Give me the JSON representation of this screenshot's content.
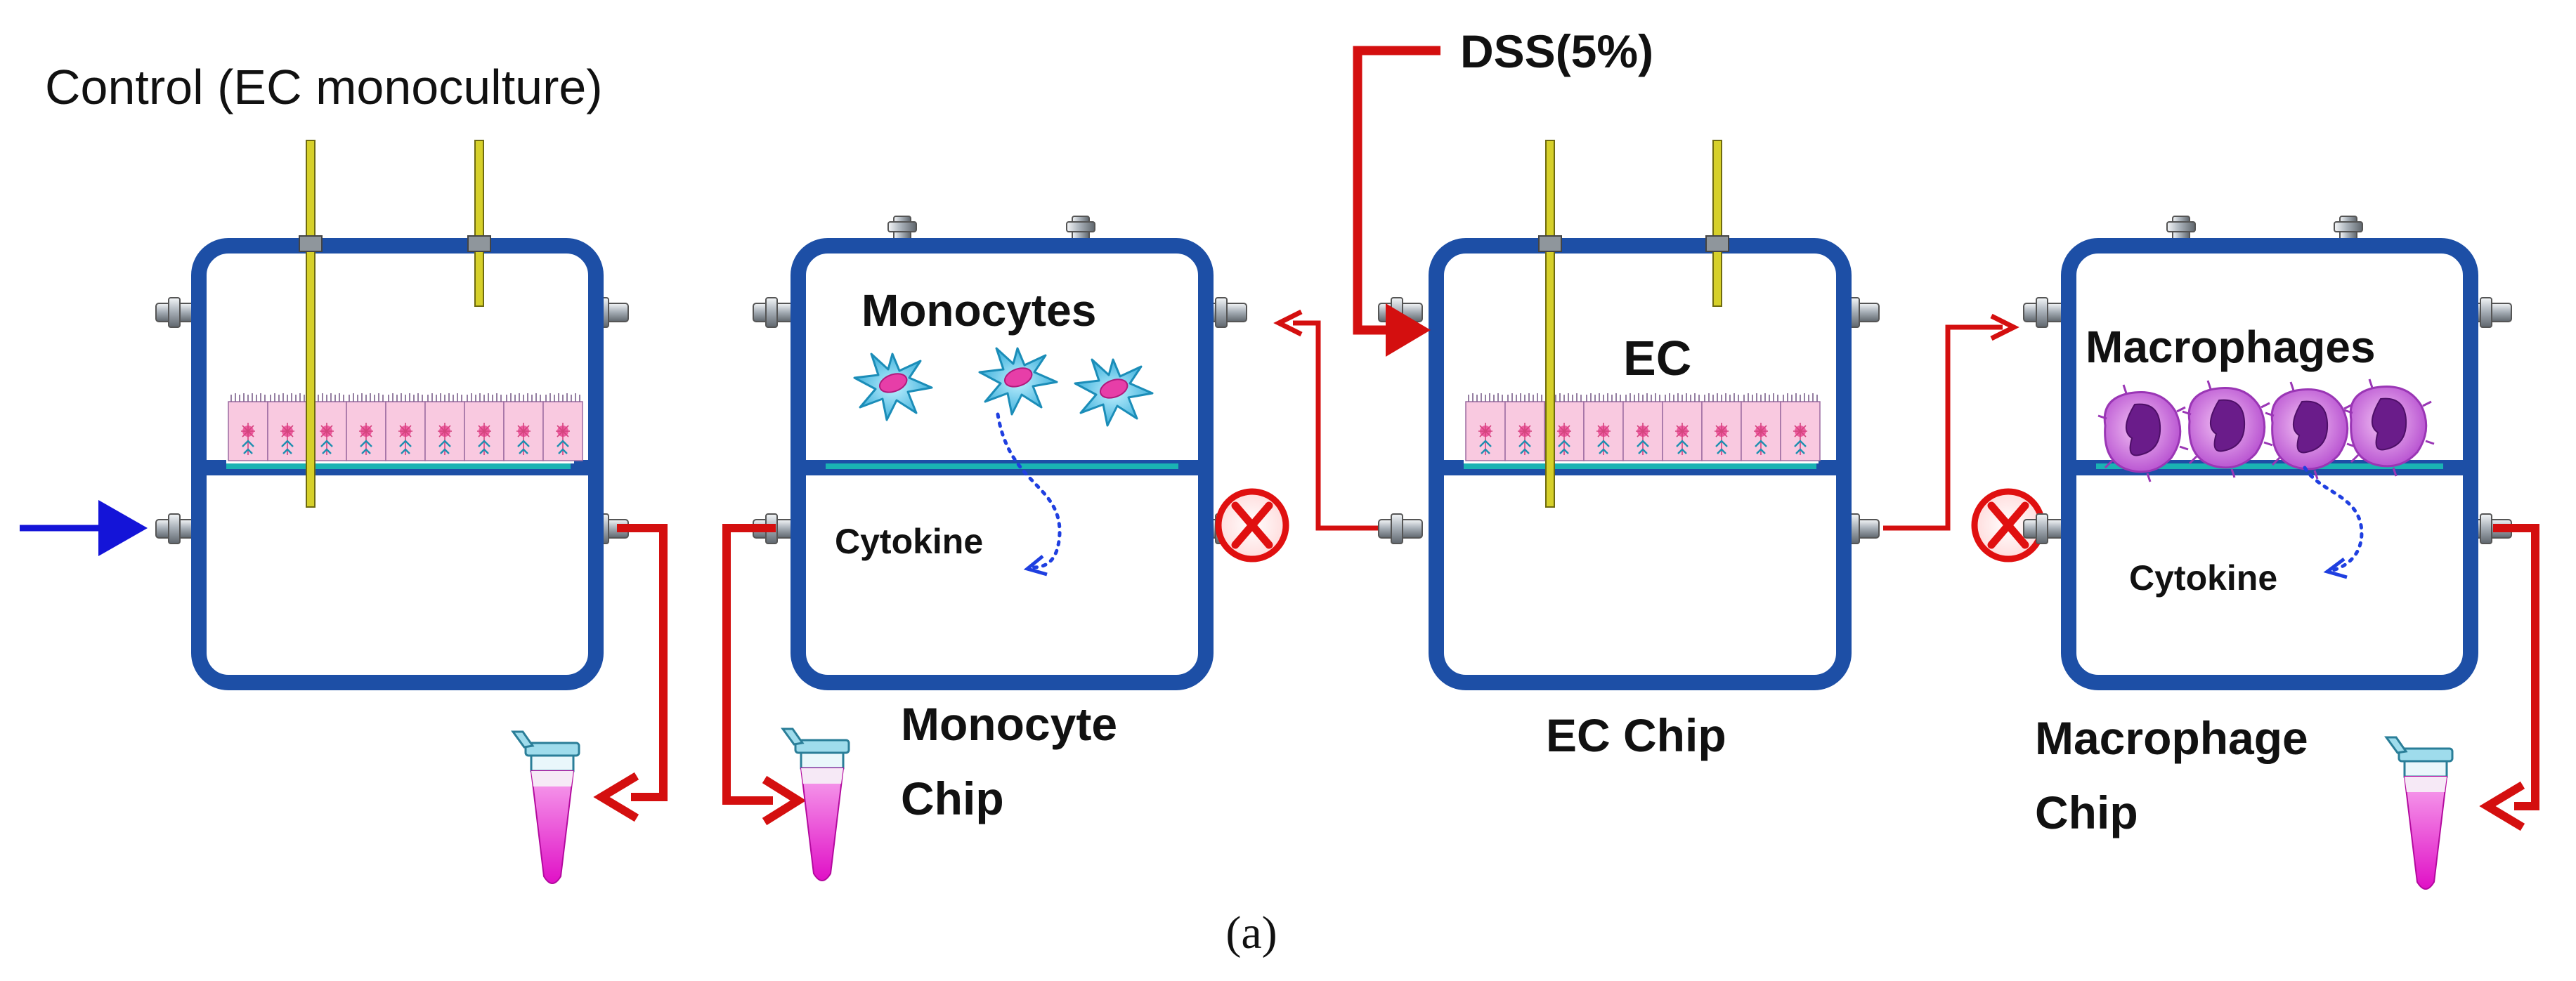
{
  "labels": {
    "control_title": "Control (EC monoculture)",
    "dss": "DSS(5%)",
    "monocytes": "Monocytes",
    "cytokine_1": "Cytokine",
    "monocyte_chip_line1": "Monocyte",
    "monocyte_chip_line2": "Chip",
    "ec": "EC",
    "ec_chip": "EC Chip",
    "macrophages": "Macrophages",
    "cytokine_2": "Cytokine",
    "macrophage_chip_line1": "Macrophage",
    "macrophage_chip_line2": "Chip",
    "panel": "(a)"
  },
  "colors": {
    "chip_frame": "#1d4fa6",
    "chip_inner": "#ffffff",
    "flow_arrow": "#d40f0f",
    "input_arrow": "#1414d8",
    "yellow_probe": "#d6d02a",
    "membrane": "#1ab3b3",
    "ec_layer": "#f7c8de",
    "monocyte": "#2fb8dc",
    "macrophage": "#c36ad8",
    "tube_liquid": "#ee1fd0",
    "tube_cap": "#6fc5dc",
    "cytokine_arrow": "#1f3fe0",
    "stop_red": "#e01010"
  },
  "icons": {
    "stop": "x-circle-icon",
    "tube": "sample-tube-icon",
    "connector": "connector-port-icon"
  }
}
